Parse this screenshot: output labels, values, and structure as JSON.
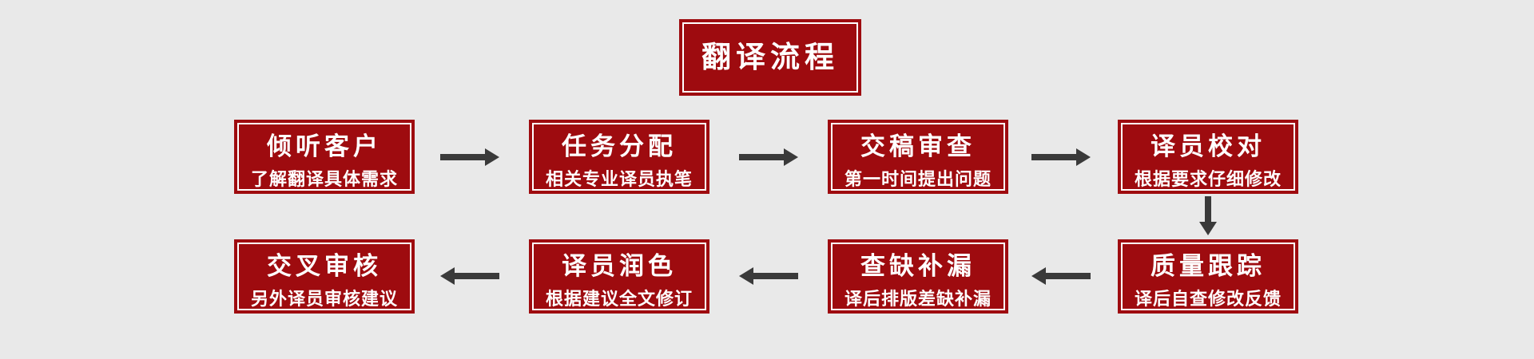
{
  "page": {
    "background_color": "#e9e9e9"
  },
  "colors": {
    "box_red": "#9e0b0f",
    "box_keyline_white": "#ffffff",
    "text_white": "#ffffff",
    "arrow_gray": "#3a3a3a"
  },
  "title": {
    "label": "翻译流程"
  },
  "steps": [
    {
      "order": 1,
      "title": "倾听客户",
      "subtitle": "了解翻译具体需求"
    },
    {
      "order": 2,
      "title": "任务分配",
      "subtitle": "相关专业译员执笔"
    },
    {
      "order": 3,
      "title": "交稿审查",
      "subtitle": "第一时间提出问题"
    },
    {
      "order": 4,
      "title": "译员校对",
      "subtitle": "根据要求仔细修改"
    },
    {
      "order": 5,
      "title": "质量跟踪",
      "subtitle": "译后自查修改反馈"
    },
    {
      "order": 6,
      "title": "查缺补漏",
      "subtitle": "译后排版差缺补漏"
    },
    {
      "order": 7,
      "title": "译员润色",
      "subtitle": "根据建议全文修订"
    },
    {
      "order": 8,
      "title": "交叉审核",
      "subtitle": "另外译员审核建议"
    }
  ],
  "connectors": [
    {
      "from": "倾听客户",
      "to": "任务分配",
      "direction": "right"
    },
    {
      "from": "任务分配",
      "to": "交稿审查",
      "direction": "right"
    },
    {
      "from": "交稿审查",
      "to": "译员校对",
      "direction": "right"
    },
    {
      "from": "译员校对",
      "to": "质量跟踪",
      "direction": "down"
    },
    {
      "from": "质量跟踪",
      "to": "查缺补漏",
      "direction": "left"
    },
    {
      "from": "查缺补漏",
      "to": "译员润色",
      "direction": "left"
    },
    {
      "from": "译员润色",
      "to": "交叉审核",
      "direction": "left"
    }
  ]
}
